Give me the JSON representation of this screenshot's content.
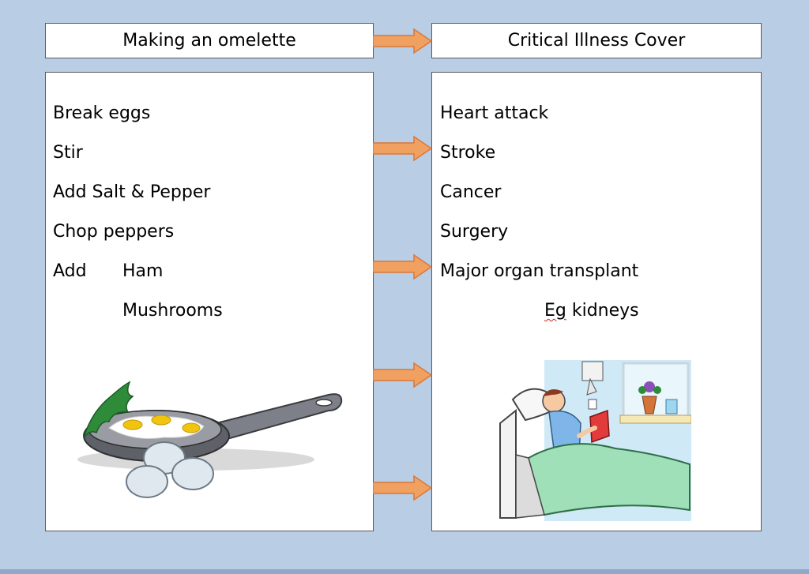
{
  "left": {
    "title": "Making an omelette",
    "steps": [
      "Break eggs",
      "Stir",
      "Add Salt & Pepper",
      "Chop peppers",
      "Add"
    ],
    "add_items": [
      "Ham",
      "Mushrooms"
    ]
  },
  "right": {
    "title": "Critical Illness Cover",
    "items": [
      "Heart attack",
      "Stroke",
      "Cancer",
      "Surgery",
      "Major organ transplant"
    ],
    "example_prefix": "Eg",
    "example_suffix": " kidneys"
  },
  "colors": {
    "background": "#b9cde4",
    "arrow": "#f0a060",
    "arrow_edge": "#d9783a"
  },
  "icons": [
    "frying-pan-eggs-icon",
    "patient-in-hospital-bed-icon",
    "right-arrow-icon"
  ]
}
